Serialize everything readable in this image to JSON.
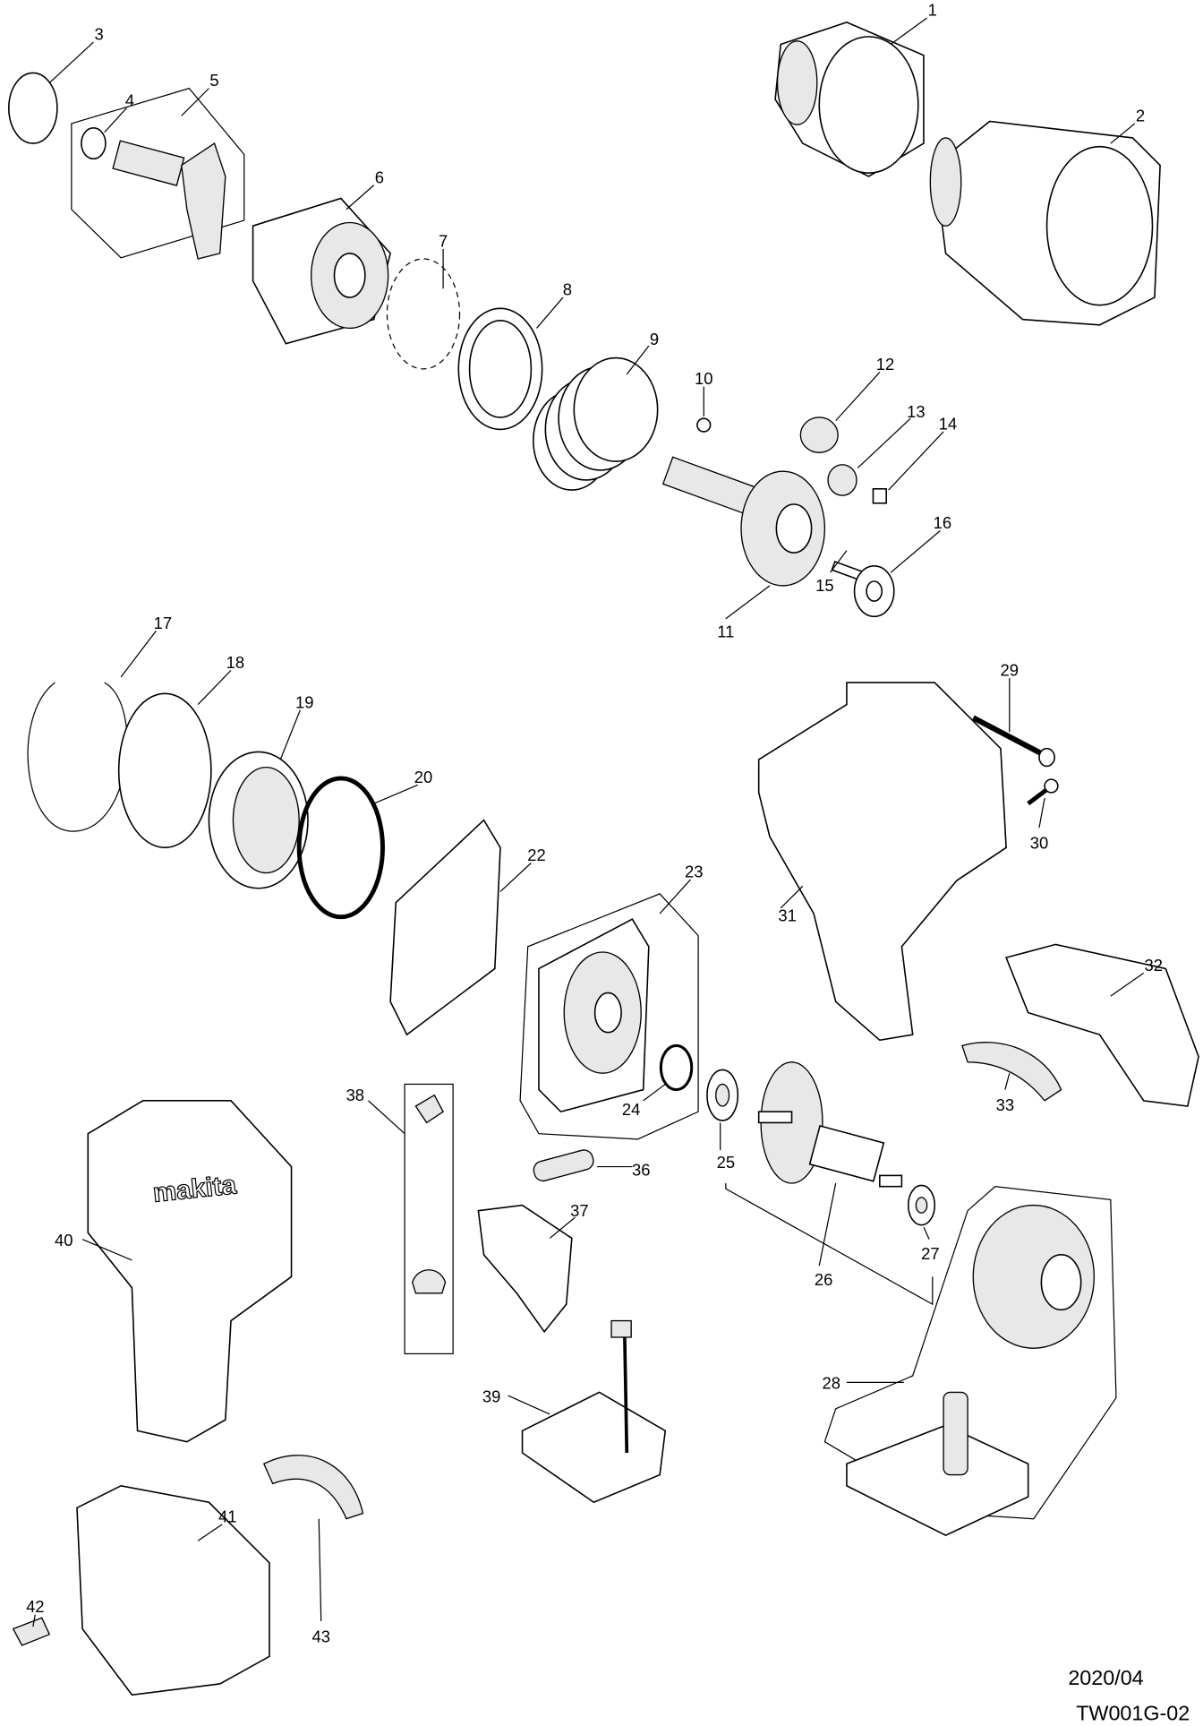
{
  "diagram": {
    "type": "exploded-parts-diagram",
    "part_numbers": [
      "1",
      "2",
      "3",
      "4",
      "5",
      "6",
      "7",
      "8",
      "9",
      "10",
      "11",
      "12",
      "13",
      "14",
      "15",
      "16",
      "17",
      "18",
      "19",
      "20",
      "22",
      "23",
      "24",
      "25",
      "26",
      "27",
      "28",
      "29",
      "30",
      "31",
      "32",
      "33",
      "36",
      "37",
      "38",
      "39",
      "40",
      "41",
      "42",
      "43"
    ],
    "logo_text": "makita",
    "footer": {
      "date": "2020/04",
      "code": "TW001G-02"
    }
  }
}
